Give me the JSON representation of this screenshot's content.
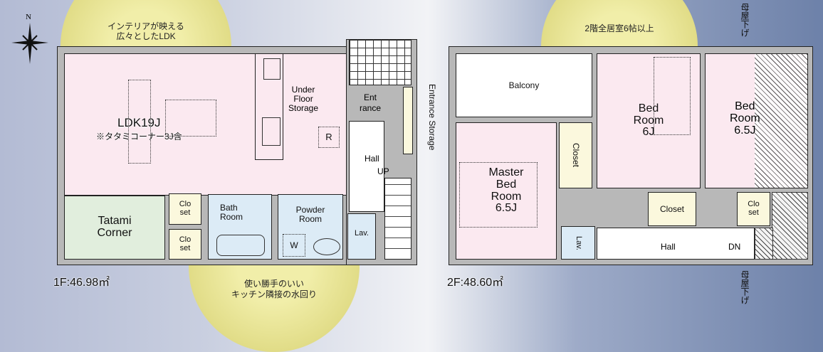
{
  "compass": {
    "label": "N"
  },
  "floor1": {
    "area_label": "1F:46.98㎡",
    "callout_top": [
      "インテリアが映える",
      "広々としたLDK"
    ],
    "callout_bottom": [
      "使い勝手のいい",
      "キッチン隣接の水回り"
    ],
    "rooms": {
      "ldk": "LDK19J",
      "ldk_note": "※タタミコーナー3J含",
      "under_floor": [
        "Under",
        "Floor",
        "Storage"
      ],
      "fridge": "R",
      "entrance": [
        "Ent",
        "rance"
      ],
      "entrance_storage": "Entrance Storage",
      "hall": "Hall",
      "up": "UP",
      "tatami": [
        "Tatami",
        "Corner"
      ],
      "closet1": [
        "Clo",
        "set"
      ],
      "closet2": [
        "Clo",
        "set"
      ],
      "bath": [
        "Bath",
        "Room"
      ],
      "powder": [
        "Powder",
        "Room"
      ],
      "washer": "W",
      "lav": "Lav."
    }
  },
  "floor2": {
    "area_label": "2F:48.60㎡",
    "callout_top": "2階全居室6帖以上",
    "roof_note_top": "母屋下げ",
    "roof_note_bottom": "母屋下げ",
    "rooms": {
      "balcony": "Balcony",
      "master": [
        "Master",
        "Bed",
        "Room",
        "6.5J"
      ],
      "closet_master": "Closet",
      "bed6": [
        "Bed",
        "Room",
        "6J"
      ],
      "closet_bed6": "Closet",
      "bed65": [
        "Bed",
        "Room",
        "6.5J"
      ],
      "closet_bed65": [
        "Clo",
        "set"
      ],
      "lav": "Lav.",
      "hall": "Hall",
      "dn": "DN"
    }
  }
}
